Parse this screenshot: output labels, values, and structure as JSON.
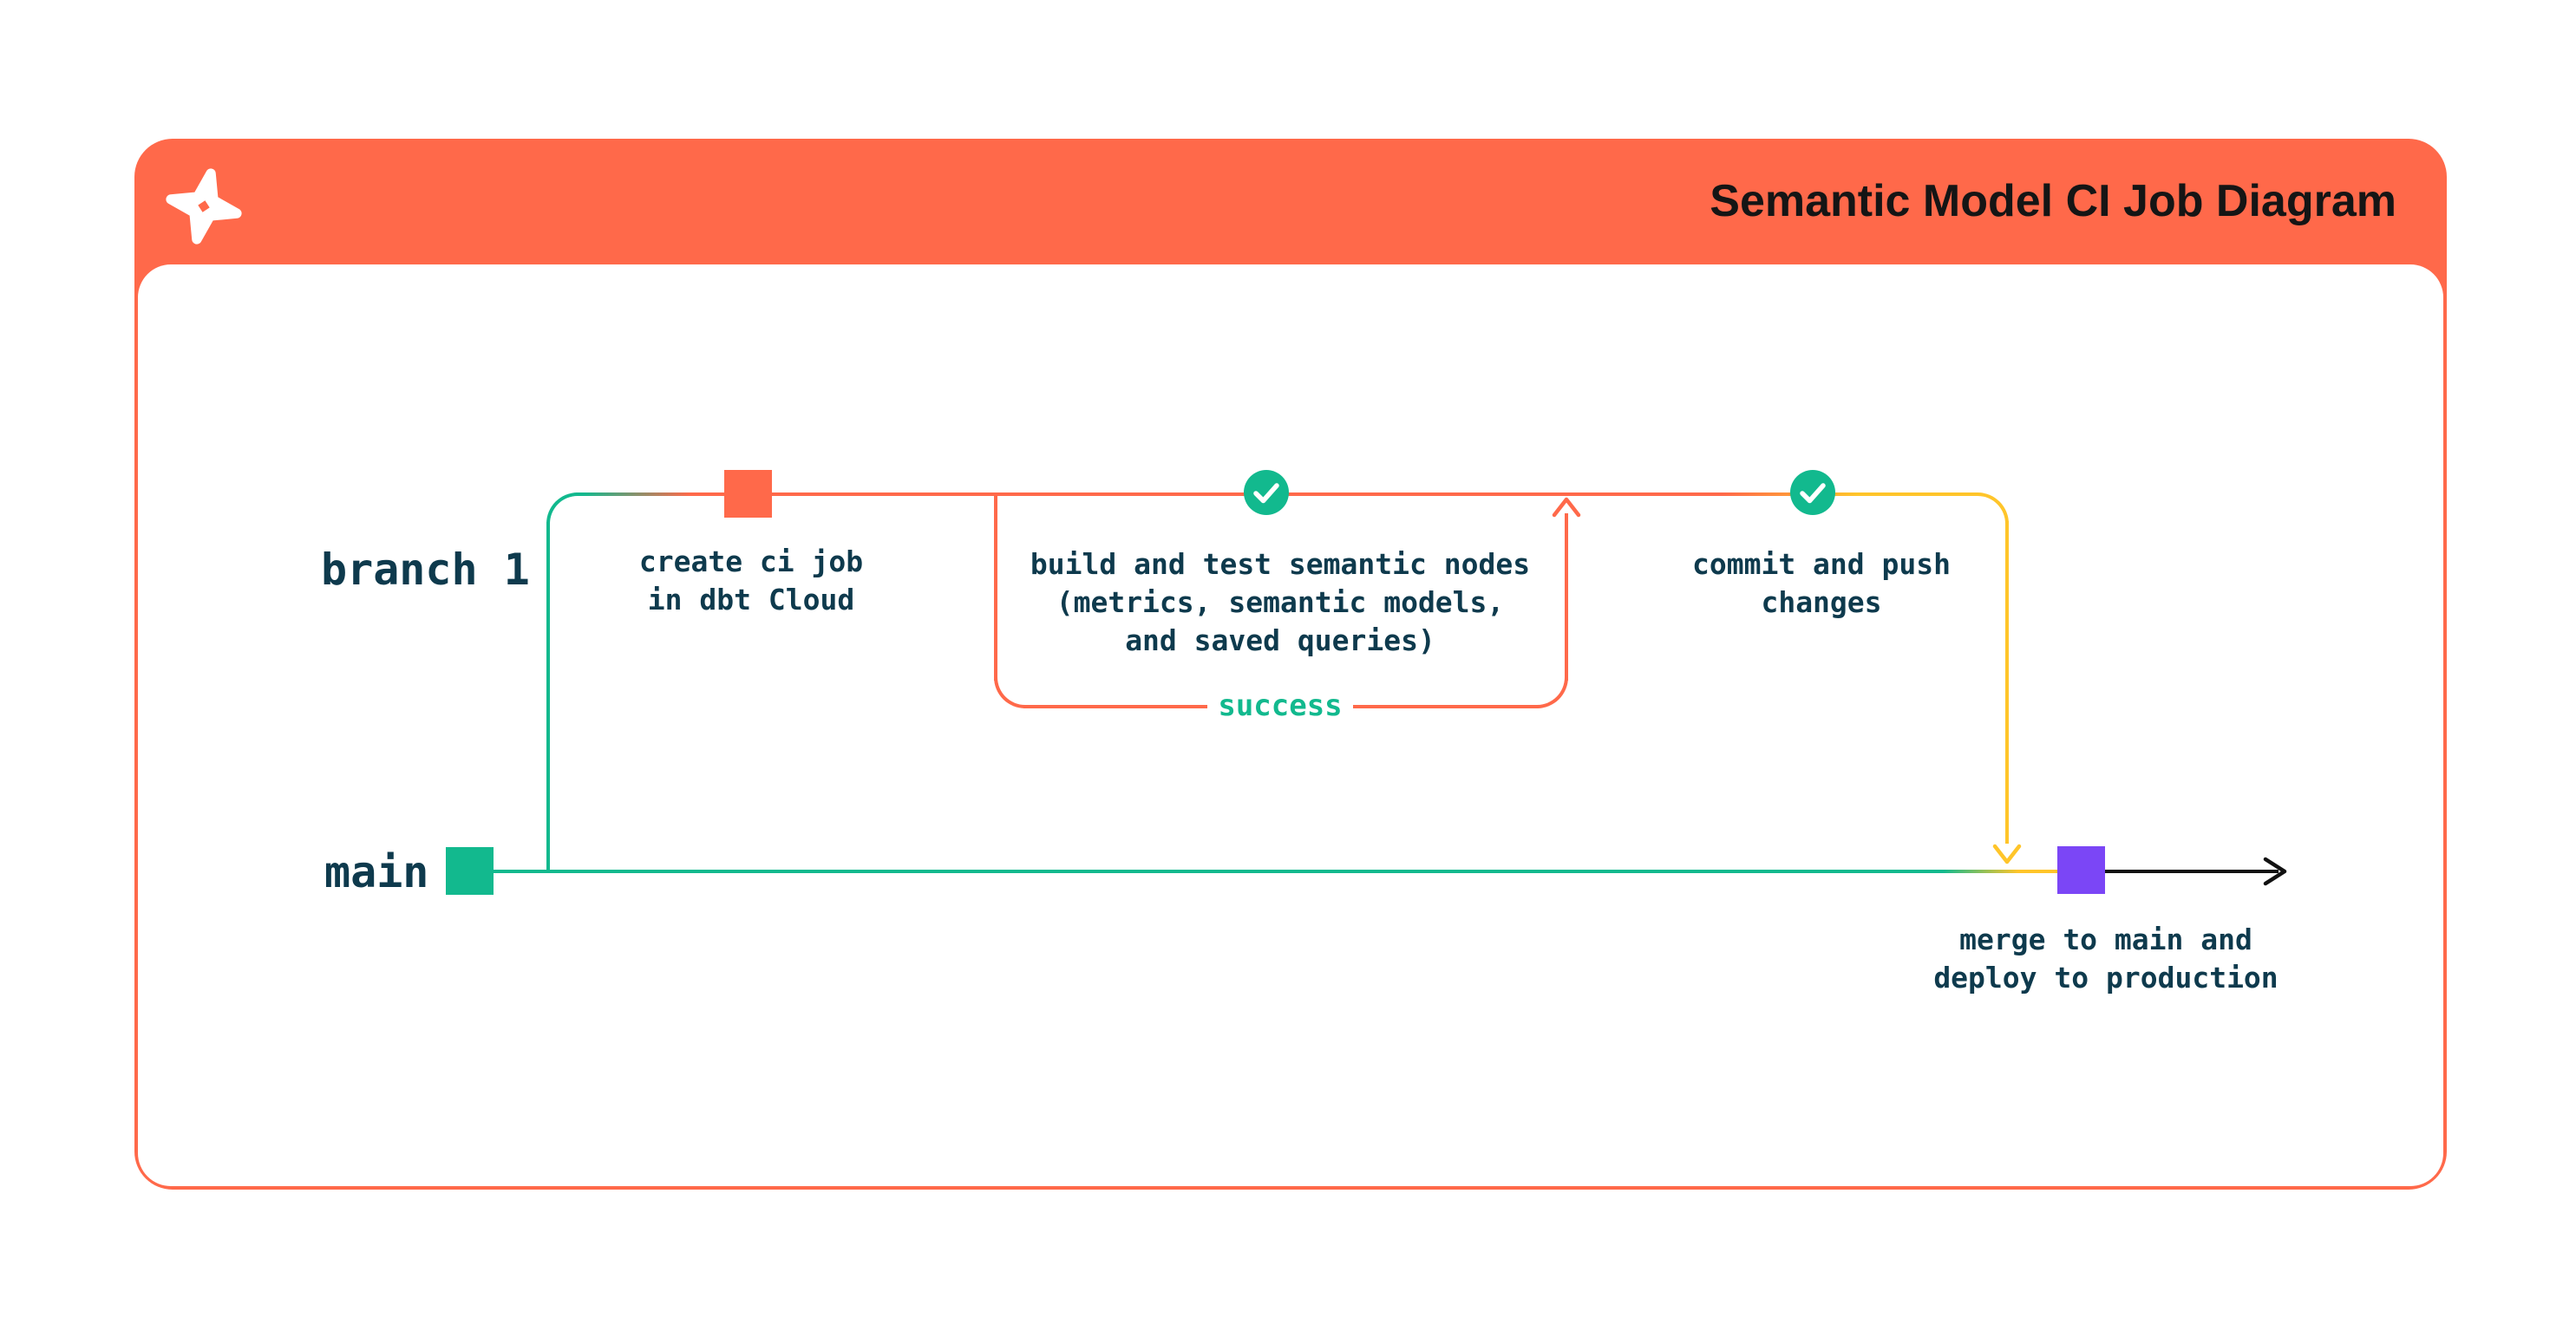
{
  "header": {
    "title": "Semantic Model CI Job Diagram",
    "logo": "dbt-logo"
  },
  "lanes": {
    "branch": "branch 1",
    "main": "main"
  },
  "steps": {
    "create": [
      "create ci job",
      "in dbt Cloud"
    ],
    "build": [
      "build and test semantic nodes",
      "(metrics, semantic models,",
      "and saved queries)"
    ],
    "loop_status": "success",
    "commit": [
      "commit and push",
      "changes"
    ],
    "merge": [
      "merge to main and",
      "deploy to production"
    ]
  },
  "colors": {
    "brand_orange": "#FF694A",
    "green": "#12B98E",
    "yellow": "#FFC52A",
    "purple": "#7B46F6",
    "ink": "#0E3A4D",
    "title_text": "#151515",
    "card_background": "#FFFFFF"
  },
  "icons": {
    "logo": "dbt-logo-icon",
    "check": "check-icon",
    "arrow_up": "arrow-up-icon",
    "arrow_down": "arrow-down-icon",
    "arrow_right": "arrow-right-icon"
  }
}
